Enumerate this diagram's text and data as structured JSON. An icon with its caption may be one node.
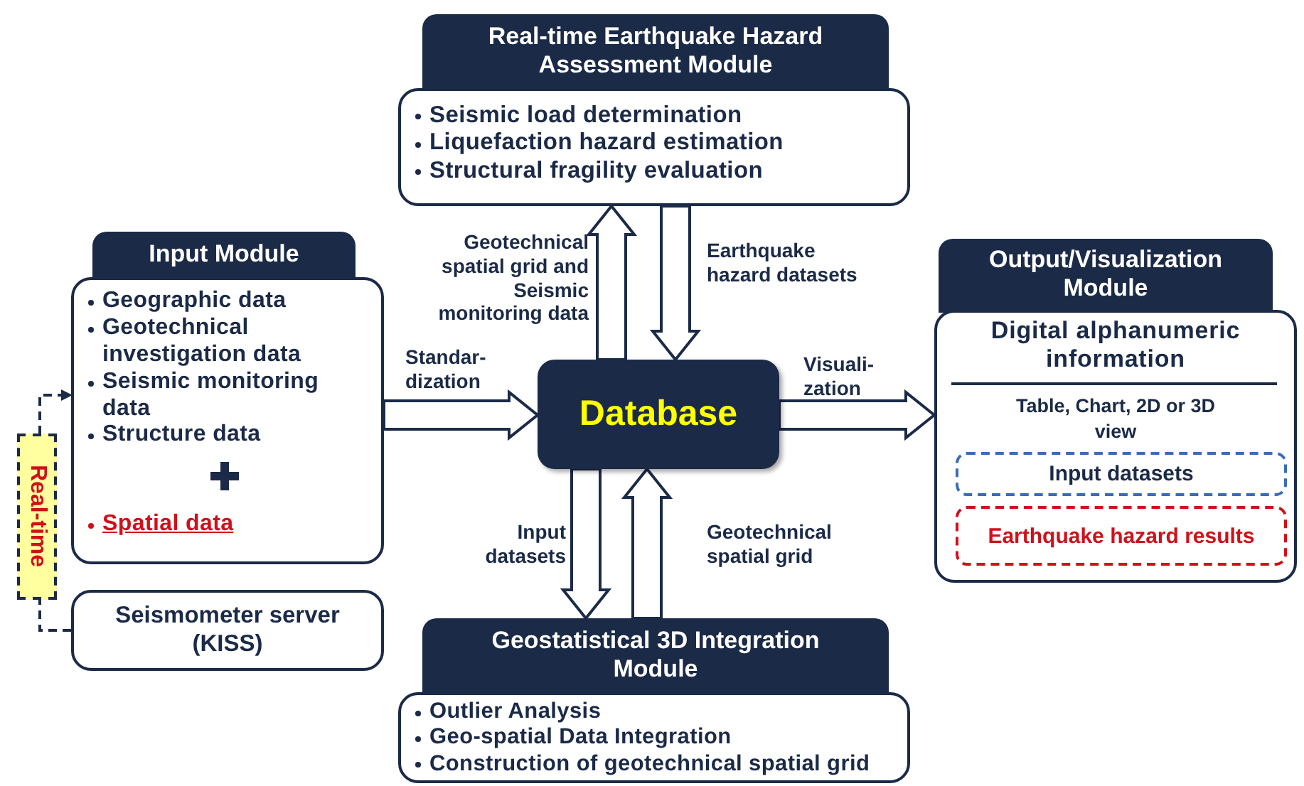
{
  "diagram": {
    "nodes": [
      {
        "text": [
          "Real-time Earthquake Hazard Assessment Module",
          "Seismic load determination",
          "Liquefaction hazard estimation",
          "Structural fragility evaluation"
        ]
      },
      {
        "text": [
          "Input Module",
          "Geographic data",
          "Geotechnical investigation data",
          "Seismic monitoring data",
          "Structure data",
          "Spatial data"
        ]
      },
      {
        "text": [
          "Seismometer server (KISS)"
        ]
      },
      {
        "text": [
          "Database"
        ]
      },
      {
        "text": [
          "Output/Visualization Module",
          "Digital alphanumeric information",
          "Table, Chart, 2D or 3D view"
        ]
      },
      {
        "text": [
          "Input datasets"
        ],
        "in": 4
      },
      {
        "text": [
          "Earthquake hazard results"
        ],
        "in": 4
      },
      {
        "text": [
          "Geostatistical 3D Integration Module",
          "Outlier Analysis",
          "Geo-spatial Data Integration",
          "Construction of geotechnical spatial grid"
        ]
      }
    ],
    "edges": [
      {
        "from": 2,
        "to": 1,
        "arrow": "to",
        "style": "dashed",
        "label": "Real-time"
      },
      {
        "from": 1,
        "to": 3,
        "arrow": "to",
        "style": "thick",
        "label": "Standar- dization"
      },
      {
        "from": 3,
        "to": 4,
        "arrow": "to",
        "style": "thick",
        "label": "Visuali- zation"
      },
      {
        "from": 3,
        "to": 0,
        "arrow": "to",
        "style": "thick",
        "label": "Geotechnical spatial grid and Seismic monitoring data"
      },
      {
        "from": 0,
        "to": 3,
        "arrow": "to",
        "style": "thick",
        "label": "Earthquake hazard datasets"
      },
      {
        "from": 3,
        "to": 7,
        "arrow": "to",
        "style": "thick",
        "label": "Input datasets"
      },
      {
        "from": 7,
        "to": 3,
        "arrow": "to",
        "style": "thick",
        "label": "Geotechnical spatial grid"
      }
    ]
  }
}
